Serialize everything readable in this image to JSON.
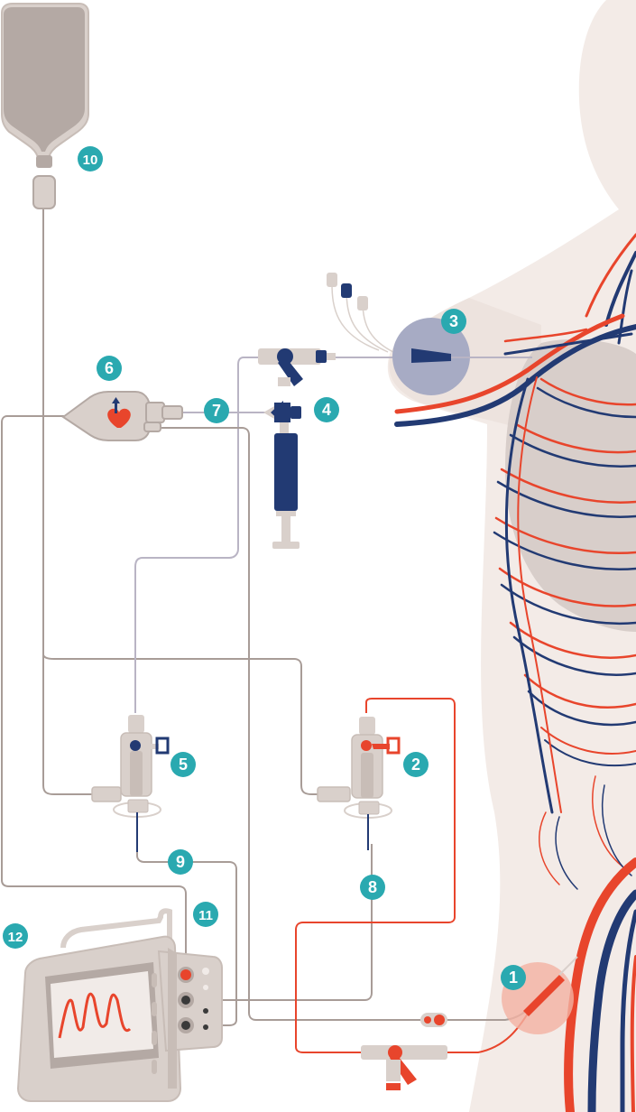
{
  "colors": {
    "badge": "#2aa9b0",
    "tube_gray": "#a89c97",
    "tube_lilac": "#b9b4c4",
    "arterial_red": "#e8452c",
    "venous_blue": "#223a73",
    "device_beige": "#d9d0cb",
    "skin": "#f3ebe7"
  },
  "badges": [
    {
      "id": "1",
      "label": "1"
    },
    {
      "id": "2",
      "label": "2"
    },
    {
      "id": "3",
      "label": "3"
    },
    {
      "id": "4",
      "label": "4"
    },
    {
      "id": "5",
      "label": "5"
    },
    {
      "id": "6",
      "label": "6"
    },
    {
      "id": "7",
      "label": "7"
    },
    {
      "id": "8",
      "label": "8"
    },
    {
      "id": "9",
      "label": "9"
    },
    {
      "id": "10",
      "label": "10"
    },
    {
      "id": "11",
      "label": "11"
    },
    {
      "id": "12",
      "label": "12"
    }
  ],
  "icons": [
    "flush-bag-icon",
    "cardiac-output-sensor-icon",
    "syringe-icon",
    "stopcock-icon",
    "transducer-icon",
    "patient-monitor-icon",
    "arterial-catheter-icon",
    "central-venous-catheter-icon"
  ]
}
